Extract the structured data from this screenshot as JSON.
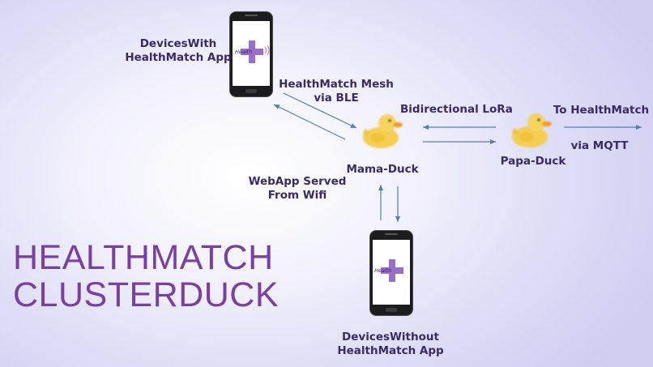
{
  "title": {
    "line1": "HEALTHMATCH",
    "line2": "CLUSTERDUCK"
  },
  "nodes": {
    "devices_with": {
      "line1": "DevicesWith",
      "line2": "HealthMatch App"
    },
    "devices_without": {
      "line1": "DevicesWithout",
      "line2": "HealthMatch App"
    },
    "mama_duck": "Mama-Duck",
    "papa_duck": "Papa-Duck"
  },
  "links": {
    "mesh": {
      "line1": "HealthMatch Mesh",
      "line2": "via BLE"
    },
    "lora": "Bidirectional LoRa",
    "to_healthmatch": "To HealthMatch",
    "via_mqtt": "via MQTT",
    "webapp": {
      "line1": "WebApp Served",
      "line2": "From Wifi"
    }
  },
  "phone_screen_text": "Health",
  "colors": {
    "arrow": "#4f7fb8",
    "label": "#3a2a66",
    "title": "#7a3fa0",
    "logo_plus": "#9b6fc9",
    "duck": "#f4cd52"
  }
}
